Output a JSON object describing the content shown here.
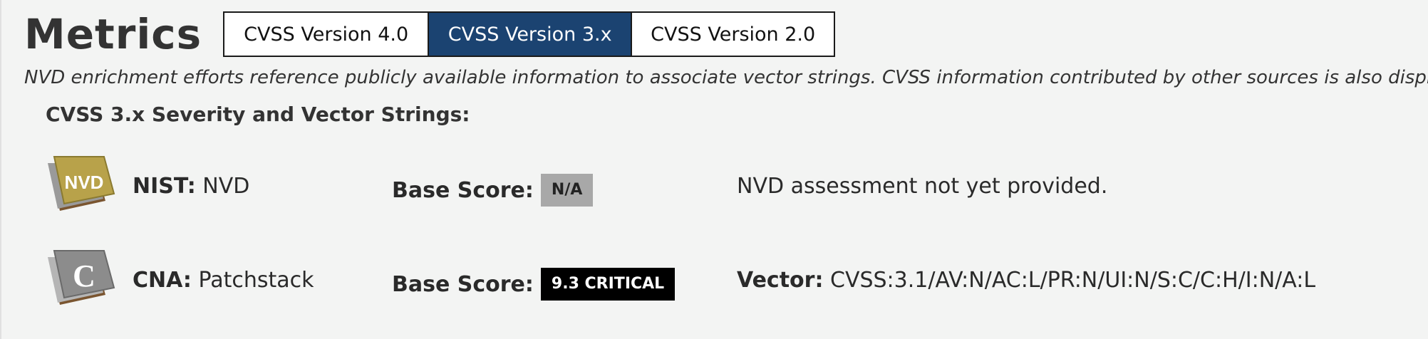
{
  "header": {
    "title": "Metrics",
    "tabs": [
      {
        "label": "CVSS Version 4.0",
        "active": false
      },
      {
        "label": "CVSS Version 3.x",
        "active": true
      },
      {
        "label": "CVSS Version 2.0",
        "active": false
      }
    ]
  },
  "note": "NVD enrichment efforts reference publicly available information to associate vector strings. CVSS information contributed by other sources is also displayed.",
  "section_title": "CVSS 3.x Severity and Vector Strings:",
  "rows": [
    {
      "icon_text": "NVD",
      "icon_name": "nvd-badge-icon",
      "source_label": "NIST:",
      "source_value": "NVD",
      "score_label": "Base Score:",
      "score_value": "N/A",
      "info_label": "",
      "info_value": "NVD assessment not yet provided."
    },
    {
      "icon_text": "C",
      "icon_name": "cna-badge-icon",
      "source_label": "CNA:",
      "source_value": "Patchstack",
      "score_label": "Base Score:",
      "score_value": "9.3 CRITICAL",
      "info_label": "Vector:",
      "info_value": "CVSS:3.1/AV:N/AC:L/PR:N/UI:N/S:C/C:H/I:N/A:L"
    }
  ],
  "colors": {
    "tab_active": "#1b4371",
    "nvd_badge": "#b8a24a",
    "cna_badge": "#8c8c8c",
    "badge_shadow": "#7a5530",
    "critical": "#000000",
    "na": "#a8a8a8"
  }
}
